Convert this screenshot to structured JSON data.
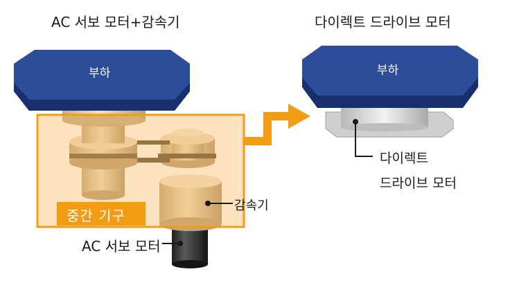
{
  "left_title": "AC 서보 모터+감속기",
  "right_title": "다이렉트 드라이브 모터",
  "load_label": "부하",
  "intermediate_label": "중간 기구",
  "reducer_label": "감속기",
  "servo_label": "AC 서보 모터",
  "dd_label_line1": "다이렉트",
  "dd_label_line2": "드라이브 모터",
  "colors": {
    "load_top": "#2b4d9a",
    "load_side": "#1b367a",
    "orange": "#f39c12",
    "orange_fill": "#fbe3c2",
    "gear": "#dcc6a6",
    "gear_dark": "#b89f7f",
    "motor_dark": "#2b2b2b",
    "dd_motor": "#d8d8d8"
  }
}
